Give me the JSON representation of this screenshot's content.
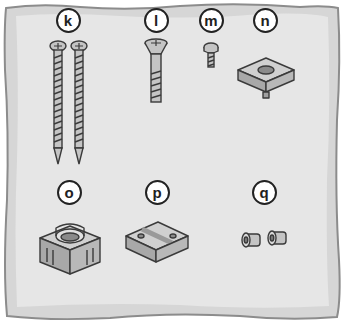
{
  "diagram": {
    "nodes": [
      {
        "text": [
          "k"
        ]
      },
      {
        "text": [
          "l"
        ]
      },
      {
        "text": [
          "m"
        ]
      },
      {
        "text": [
          "n"
        ]
      },
      {
        "text": [
          "o"
        ]
      },
      {
        "text": [
          "p"
        ]
      },
      {
        "text": [
          "q"
        ]
      }
    ]
  }
}
